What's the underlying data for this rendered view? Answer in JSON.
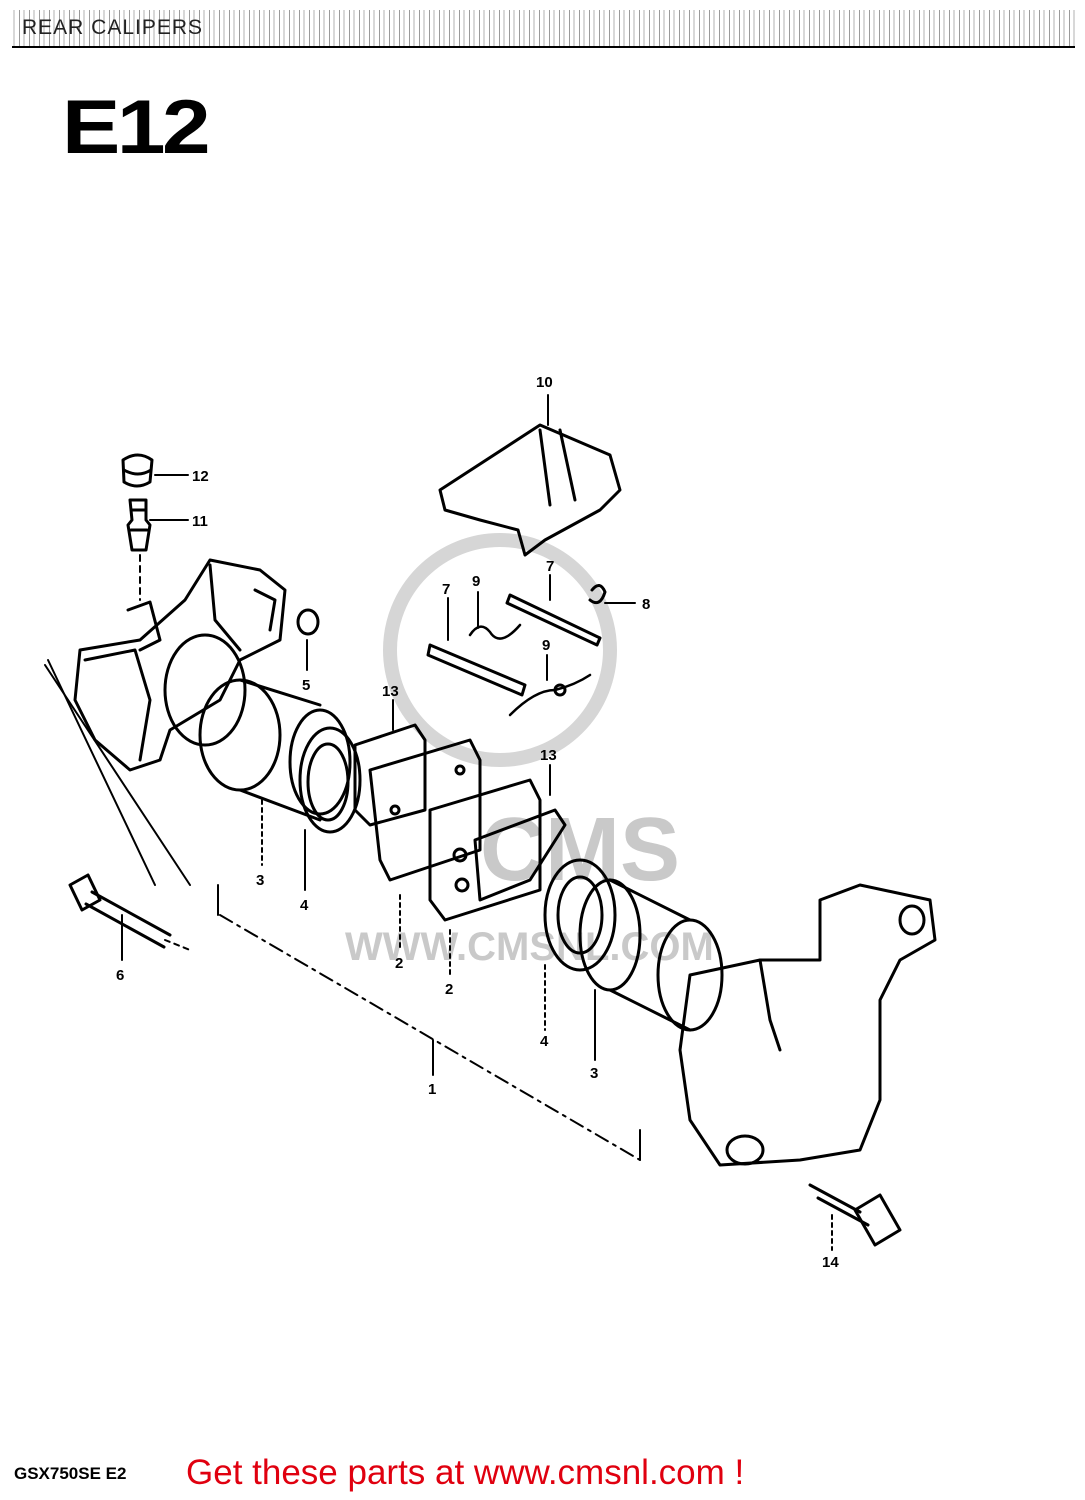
{
  "header": {
    "section_title": "REAR CALIPERS",
    "page_code": "E12"
  },
  "callouts": {
    "c1": "1",
    "c2a": "2",
    "c2b": "2",
    "c3a": "3",
    "c3b": "3",
    "c4a": "4",
    "c4b": "4",
    "c5": "5",
    "c6": "6",
    "c7a": "7",
    "c7b": "7",
    "c8": "8",
    "c9a": "9",
    "c9b": "9",
    "c10": "10",
    "c11": "11",
    "c12": "12",
    "c13a": "13",
    "c13b": "13",
    "c14": "14"
  },
  "watermark": {
    "brand": "CMS",
    "site": "WWW.CMSNL.COM"
  },
  "footer": {
    "model_code": "GSX750SE  E2",
    "cta": "Get these parts at www.cmsnl.com !"
  },
  "colors": {
    "cta": "#e0000f",
    "ink": "#000000",
    "watermark": "#c9c9c9"
  }
}
